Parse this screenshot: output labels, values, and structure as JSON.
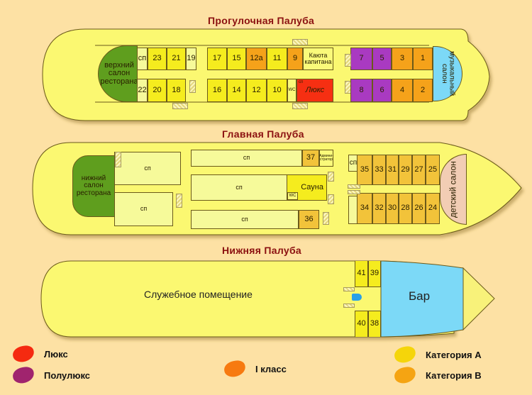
{
  "decks": {
    "promenade": {
      "title": "Прогулочная Палуба",
      "upper_restaurant": "верхний салон ресторана",
      "music_salon": "музыкальный салон",
      "captain_cabin": "Каюта капитана",
      "lux": "Люкс",
      "lux_sp": "сп",
      "wc": "WC",
      "top_row": [
        {
          "label": "сп",
          "cls": "c"
        },
        {
          "label": "23",
          "cls": "y"
        },
        {
          "label": "21",
          "cls": "y"
        },
        {
          "label": "19",
          "cls": "c"
        },
        {
          "label": "17",
          "cls": "y"
        },
        {
          "label": "15",
          "cls": "y"
        },
        {
          "label": "12а",
          "cls": "o"
        },
        {
          "label": "11",
          "cls": "y"
        },
        {
          "label": "9",
          "cls": "o"
        },
        {
          "label": "7",
          "cls": "p"
        },
        {
          "label": "5",
          "cls": "p"
        },
        {
          "label": "3",
          "cls": "o"
        },
        {
          "label": "1",
          "cls": "o"
        }
      ],
      "bottom_row": [
        {
          "label": "22",
          "cls": "c"
        },
        {
          "label": "20",
          "cls": "y"
        },
        {
          "label": "18",
          "cls": "y"
        },
        {
          "label": "16",
          "cls": "y"
        },
        {
          "label": "14",
          "cls": "y"
        },
        {
          "label": "12",
          "cls": "y"
        },
        {
          "label": "10",
          "cls": "y"
        },
        {
          "label": "8",
          "cls": "p"
        },
        {
          "label": "6",
          "cls": "p"
        },
        {
          "label": "4",
          "cls": "o"
        },
        {
          "label": "2",
          "cls": "o"
        }
      ]
    },
    "main": {
      "title": "Главная Палуба",
      "lower_restaurant": "нижний салон ресторана",
      "sp": "сп",
      "sauna": "Сауна",
      "wc": "WC",
      "admin": "Админи-стратор",
      "kids_salon": "детский салон",
      "cabins_top": [
        "35",
        "33",
        "31",
        "29",
        "27",
        "25"
      ],
      "cabins_bottom": [
        "34",
        "32",
        "30",
        "28",
        "26",
        "24"
      ],
      "cabin_37": "37",
      "cabin_36": "36"
    },
    "lower": {
      "title": "Нижняя Палуба",
      "service_room": "Служебное помещение",
      "bar": "Бар",
      "cabins": [
        "41",
        "39",
        "40",
        "38"
      ]
    }
  },
  "legend": [
    {
      "label": "Люкс",
      "color": "#f52a10"
    },
    {
      "label": "Полулюкс",
      "color": "#a0246e"
    },
    {
      "label": "I класс",
      "color": "#f77a10"
    },
    {
      "label": "Категория А",
      "color": "#f5d50a"
    },
    {
      "label": "Категория В",
      "color": "#f5a412"
    }
  ]
}
